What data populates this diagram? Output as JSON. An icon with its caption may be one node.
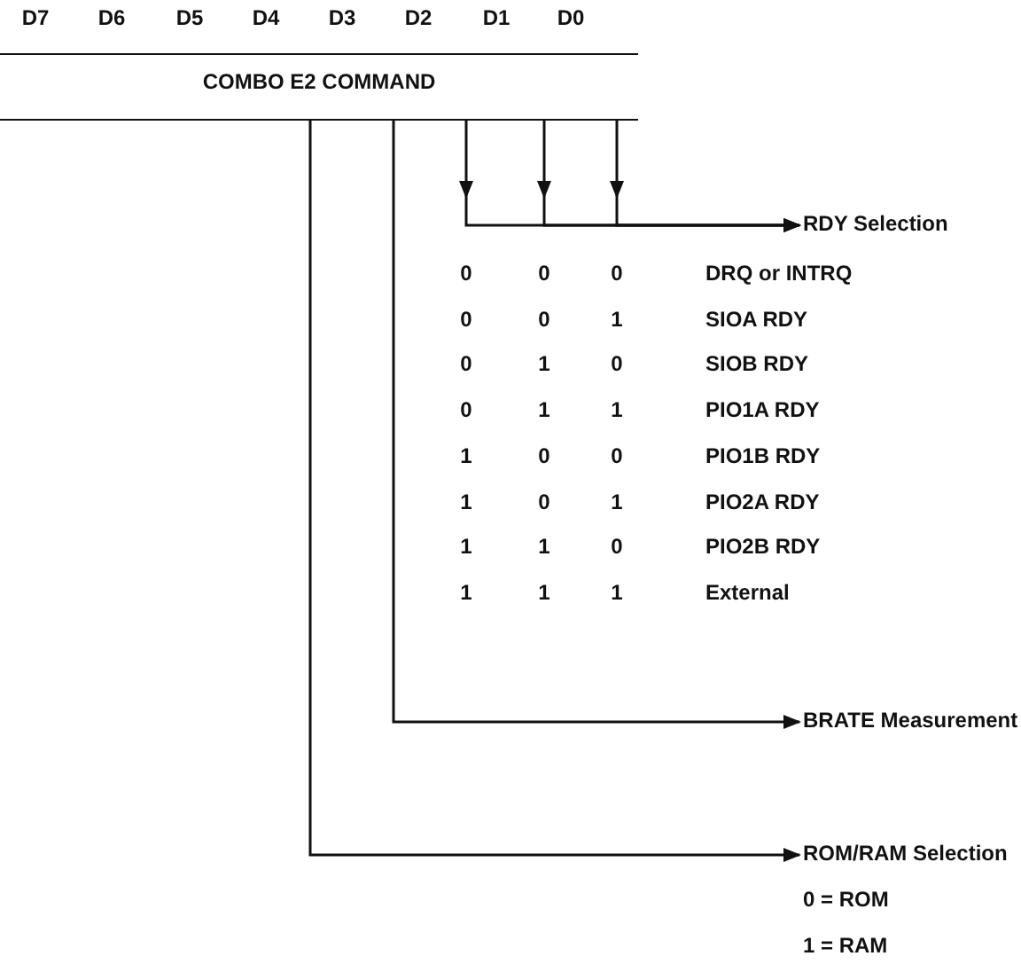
{
  "diagram": {
    "nodes": [
      {
        "text": [
          "COMBO E2 COMMAND"
        ]
      },
      {
        "text": [
          "RDY Selection"
        ]
      },
      {
        "text": [
          "BRATE Measurement"
        ]
      },
      {
        "text": [
          "ROM/RAM Selection"
        ],
        "beside": [
          "0 = ROM",
          "1 = RAM"
        ]
      }
    ],
    "edges": [
      {
        "from": 0,
        "to": 1,
        "arrow": "to"
      },
      {
        "from": 0,
        "to": 1,
        "arrow": "to"
      },
      {
        "from": 0,
        "to": 1,
        "arrow": "to"
      },
      {
        "from": 0,
        "to": 2,
        "arrow": "to"
      },
      {
        "from": 0,
        "to": 3,
        "arrow": "to"
      }
    ],
    "labels": [
      "D7",
      "D6",
      "D5",
      "D4",
      "D3",
      "D2",
      "D1",
      "D0",
      "0",
      "0",
      "0",
      "DRQ or INTRQ",
      "0",
      "0",
      "1",
      "SIOA RDY",
      "0",
      "1",
      "0",
      "SIOB RDY",
      "0",
      "1",
      "1",
      "PIO1A RDY",
      "1",
      "0",
      "0",
      "PIO1B RDY",
      "1",
      "0",
      "1",
      "PIO2A RDY",
      "1",
      "1",
      "0",
      "PIO2B RDY",
      "1",
      "1",
      "1",
      "External"
    ]
  }
}
